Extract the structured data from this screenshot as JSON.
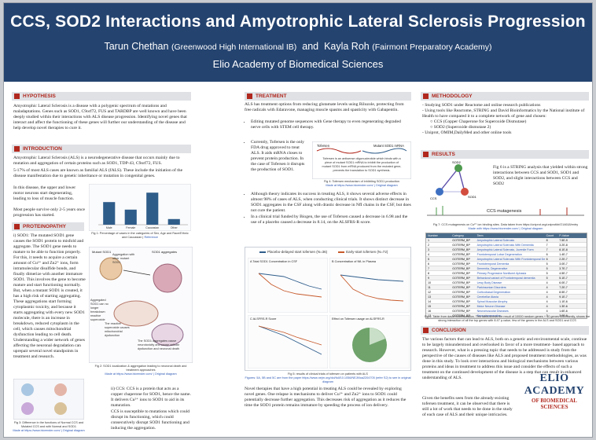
{
  "banner": {
    "title": "CCS, SOD2 Interactions and Amyotrophic Lateral Sclerosis Progression",
    "author1": "Tarun Chethan",
    "author1_school": "(Greenwood High International IB)",
    "and": "and",
    "author2": "Kayla Roh",
    "author2_school": "(Fairmont Preparatory Academy)",
    "institution": "Elio Academy of Biomedical Sciences"
  },
  "hypothesis": {
    "heading": "HYPOTHESIS",
    "text": "Amyotrophic Lateral Sclerosis is a disease with a polygenic spectrum of mutations and maladaptations. Genes such as SOD1, C9orf72, FUS and TARDBP are well known and have been deeply studied within their interactions with ALS disease progression. Identifying novel genes that interact and affect the functioning of these genes will further our understanding of the disease and help develop novel therapies to cure it."
  },
  "introduction": {
    "heading": "INTRODUCTION",
    "p1": "Amyotrophic Lateral Sclerosis (ALS) is a neurodegenerative disease that occurs mainly due to mutation and aggregation of certain proteins such as SOD1, TDP-43, C9orf72, FUS.",
    "p2": "5-17% of most ALS cases are known as familial ALS (fALS). These include the initiation of the disease manifestation due to genetic inheritance or mutation in congenital genes.",
    "p3": "In this disease, the upper and lower motor neurons start degenerating, leading to loss of muscle function.",
    "p4": "Most people survive only 2-5 years once progression has started.",
    "fig_caption": "Fig 1: Percentage of cases in the categories of Sex, Age and Race/Ethnic and Caucasian | ",
    "fig_link": "Reference"
  },
  "proteinopathy": {
    "heading": "PROTEINOPATHY",
    "p1": "i) SOD1: The mutated SOD1 gene causes the SOD1 protein to misfold and aggregate. The SOD1 gene needs to mature to be able to function properly. For this, it needs to acquire a certain amount of Cu²⁺ and Zn2⁺ ions, form intramolecular disulfide bonds, and finally dimerize with another immature SOD1. This involves the gene to become mature and start functioning normally. But, when a mutant SOD1 is created, it has a high risk of starting aggregating. These aggregations start forming cytoplasmic toxicity, and because it starts aggregating with every new SOD1 molecule, there is an increase in breakdown, reduced cytoplasm in the cell, which causes mitochondrial dysfunction leading to cell death.",
    "p2": "Understanding a wider network of genes affecting the neuronal degradation can uprepair several novel standpoints in treatment and research.",
    "fig2_caption": "Fig 2: SOD1 localization & aggregation leading to neuronal death and treatment approaches",
    "fig2_link": "Made at https://www.biorender.com/ | Original diagram",
    "fig2_label_left": "Mutant SOD1",
    "fig2_label_right": "SOD1 aggregates",
    "fig2_note1": "Aggregation with other mutant SOD1",
    "fig2_note2": "Aggregated SOD1 can no longer breakdown reactive superoxide",
    "fig2_note3": "The reactive superoxide causes mitochondrial dysfunction",
    "fig2_note4": "The SOD1 aggregates cause neurotoxicity and cause cellular dysfunction and neuronal death",
    "ccs_text1": "ii) CCS: CCS is a protein that acts as a copper chaperone for SOD1, hence the name. It delivers Cu²⁺ ions to SOD1 to aid in its maturation.",
    "ccs_text2": "CCS is susceptible to mutations which could disrupt its functioning, which could consecutively disrupt SOD1 functioning and inducing the aggregation.",
    "fig3_caption": "Fig 3: Difference in the functions of Normal CCS and Mutated CCS and with Normal and SOD1",
    "fig3_link": "Made at https://www.biorender.com/ | Original diagram"
  },
  "treatment": {
    "heading": "TREATMENT",
    "p1": "ALS has treatment options from reducing glutamate levels using Riluzole, protecting from free radicals with Edaravone, managing muscle spasms and spasticity with Gabapentin.",
    "b1": "Editing mutated genome sequences with Gene therapy to even regenerating degraded nerve cells with STEM cell therapy.",
    "b2": "Currently, Tofersen is the only FDA drug approved to treat ALS. It aids mRNA closes to prevent protein production. In the case of Tofersen it disrupts the production of SOD1.",
    "b3": "Although theory indicates its success in treating ALS, it shows several adverse effects in almost 98% of cases of ALS, when conducting clinical trials. It shows distinct decrease in SOD1 aggregates in the CSF along with drastic decrease in NfI chains in the CSF, but does not cure the patient.",
    "b4": "In a clinical trial funded by Biogen, the use of Tofersen caused a decrease in 6.98 and the use of a placebo caused a decrease in 8.14, on the ALSFRS-R score.",
    "fig4_title": "Tofersen",
    "fig4_right": "Mutant SOD1 mRNA",
    "fig4_text": "Tofersen is an antisense oligonucleotide which binds with a piece of mutant SOD1 mRNA to inhibit the production of mutant SOD1 from mRNA produced from the mutated gene, prevents the translation to SOD1 synthesis.",
    "fig4_caption": "Fig 4: Tofersen mechanism of inhibiting SOD1 production",
    "fig4_link": "Made at https://www.biorender.com/ | Original diagram",
    "legend_placebo": "Placebo-delayed start tofersen (N=36)",
    "legend_early": "Early-start tofersen (N=72)",
    "fig5_caption": "Fig 5: results of clinical trials of tofersen on patients with ALS",
    "fig5_caption2": "Figures: 5A, 5B and 5C are from the paper https://www.nejm.org/doi/full/10.1056/NEJMoa2204705 (refer S2) to see in original diagram",
    "panel_a": "A  Total SOD1 Concentration in CSF",
    "panel_b": "B  Concentration of NfL in Plasma",
    "panel_c": "C  ALSFRS-R Score",
    "panel_d": "Effect on Tofersen usage on ALSFRS-R",
    "p_end": "Novel therapies that have a high potential in treating ALS could be revealed by exploring novel genes. One relapse is mechanisms to deliver Cu²⁺ and Zn2⁺ ions to SOD1 could potentially decrease further aggregation. This decreases risk of aggregation as it reduces the time the SOD1 protein remains immature by speeding the process of ion delivery."
  },
  "chart_data": {
    "type": "bar",
    "categories": [
      "Male",
      "Female",
      "Caucasian",
      "Other"
    ],
    "values": [
      60,
      40,
      85,
      15
    ],
    "title": "",
    "xlabel": "",
    "ylabel": "",
    "ylim": [
      0,
      100
    ],
    "bar_color": "#2f5d8a"
  },
  "methodology": {
    "heading": "METHODOLOGY",
    "items": [
      "Studying SOD1 under Reactome and online research publications",
      "Using tools like Reactome, STRING and David Bioinformatics by the National institute of Health to have compared it to a complete network of gene and chosen:",
      "Uniprot, OMIM,DailyMed and other online tools"
    ],
    "sub_items": [
      "CCS (Copper Chaperone for Superoxide Dismutase)",
      "SOD2 (Superoxide dismutase 2)"
    ]
  },
  "results": {
    "heading": "RESULTS",
    "string_nodes": [
      "SOD1",
      "SOD2",
      "CCS"
    ],
    "fig6_text": "Fig 6 is a STRING analysis that yielded within strong interactions between CCS and SOD1, SOD1 and SOD2, and slight interactions between CCS and SOD2",
    "fig6_label": "Fig 6",
    "fig7_title": "CCS mutagenesis",
    "fig7_caption": "Fig 7: CCS mutagenesis on Cu²⁺ ion binding sites. Data taken from https://uniprot.org/uniprotkb/O14618/entry",
    "fig7_link": "Made with https://www.biorender.com/ | Original diagram",
    "fig8_caption": "Fig 8: Table from david bioinformatics. This table shows the result of 10000 random genes + 10 genes SOD-family, shows the strong interaction of all the top genes with 8.47 p-value, few of the genes in the ALS and SOD1 and CCS",
    "table_headers": [
      "Number",
      "Category",
      "Term",
      "Count",
      "P-Value"
    ],
    "table_rows": [
      [
        "1",
        "GOTERM_BP",
        "Amyotrophic Lateral Sclerosis",
        "8",
        "7.5E-9"
      ],
      [
        "2",
        "GOTERM_BP",
        "Amyotrophic Lateral Sclerosis With Dementia",
        "7",
        "3.2E-8"
      ],
      [
        "3",
        "GOTERM_BP",
        "Amyotrophic Lateral Sclerosis, Juvenile Form",
        "7",
        "8.1E-8"
      ],
      [
        "4",
        "GOTERM_BP",
        "Frontotemporal Lobar Degeneration",
        "6",
        "1.4E-7"
      ],
      [
        "5",
        "GOTERM_BP",
        "Amyotrophic Lateral Sclerosis With Frontotemporal Dementia",
        "6",
        "2.2E-7"
      ],
      [
        "6",
        "GOTERM_BP",
        "Frontotemporal Dementia",
        "5",
        "3.0E-7"
      ],
      [
        "7",
        "GOTERM_BP",
        "Dementia, Degenerative",
        "5",
        "3.7E-7"
      ],
      [
        "8",
        "GOTERM_BP",
        "Primary Progressive Nonfluent Aphasia",
        "5",
        "4.5E-7"
      ],
      [
        "9",
        "GOTERM_BP",
        "Behavioral variant of Frontotemporal dementia",
        "5",
        "5.1E-7"
      ],
      [
        "10",
        "GOTERM_BP",
        "Lewy Body Disease",
        "4",
        "6.0E-7"
      ],
      [
        "11",
        "GOTERM_BP",
        "Parkinsonian Disorders",
        "4",
        "7.2E-7"
      ],
      [
        "12",
        "GOTERM_BP",
        "Corticobasal Degeneration",
        "4",
        "8.5E-7"
      ],
      [
        "13",
        "GOTERM_BP",
        "Cerebellar Ataxia",
        "4",
        "9.1E-7"
      ],
      [
        "14",
        "GOTERM_BP",
        "Spinal Muscular Atrophy",
        "4",
        "1.1E-6"
      ],
      [
        "15",
        "GOTERM_BP",
        "Motor Neuron Disease",
        "4",
        "1.3E-6"
      ],
      [
        "16",
        "GOTERM_BP",
        "Neuromuscular Diseases",
        "4",
        "1.6E-6"
      ],
      [
        "17",
        "GOTERM_BP",
        "Neurodegeneration",
        "3",
        "2.0E-6"
      ]
    ]
  },
  "conclusion": {
    "heading": "CONCLUSION",
    "p1": "The various factors that can lead to ALS, both on a genetic and environmental scale, continue to be largely misunderstood and overlooked in favor of a more treatment- based approach to research. However, what is a pressing topic that needs to be addressed is study from the perspective of the causes of diseases like ALS and proposed treatment methodologies, as was done in this study. To look over interactions and biological mechanisms between various proteins and ideas in treatment to address this issue and consider the effects of such a treatment on the continued development of the disease is a step that can result in enhanced understanding of ALS.",
    "p2": "Given the benefits seen from the already-existing tofersen treatment, it can be observed that there is still a lot of work that needs to be done in the study of each case of ALS and their unique intricacies."
  },
  "logo": {
    "line1": "ELIO ACADEMY",
    "line2": "OF BIOMEDICAL SCIENCES"
  }
}
